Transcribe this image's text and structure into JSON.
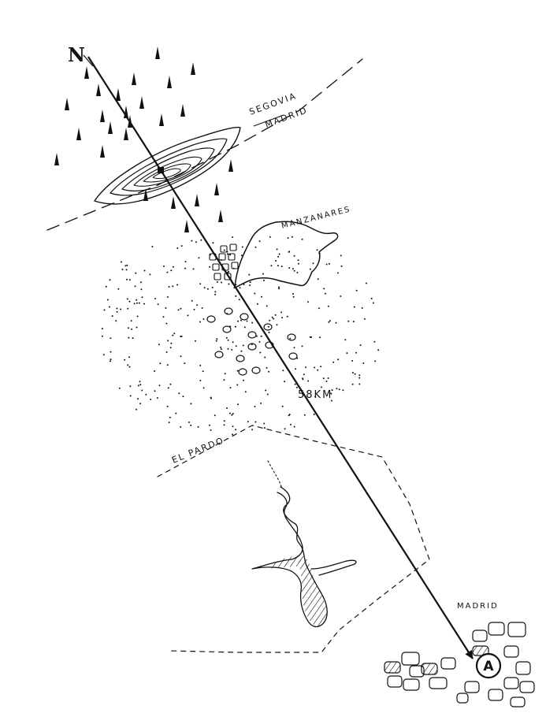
{
  "map": {
    "north_label": "N",
    "labels": {
      "segovia": "SEGOVIA",
      "madrid_province": "MADRID",
      "manzanares": "MANZANARES",
      "distance": "58KM",
      "el_pardo": "EL PARDO",
      "madrid_city": "MADRID"
    },
    "destination_marker": "A",
    "ink_color": "#111111",
    "background_color": "#ffffff"
  }
}
